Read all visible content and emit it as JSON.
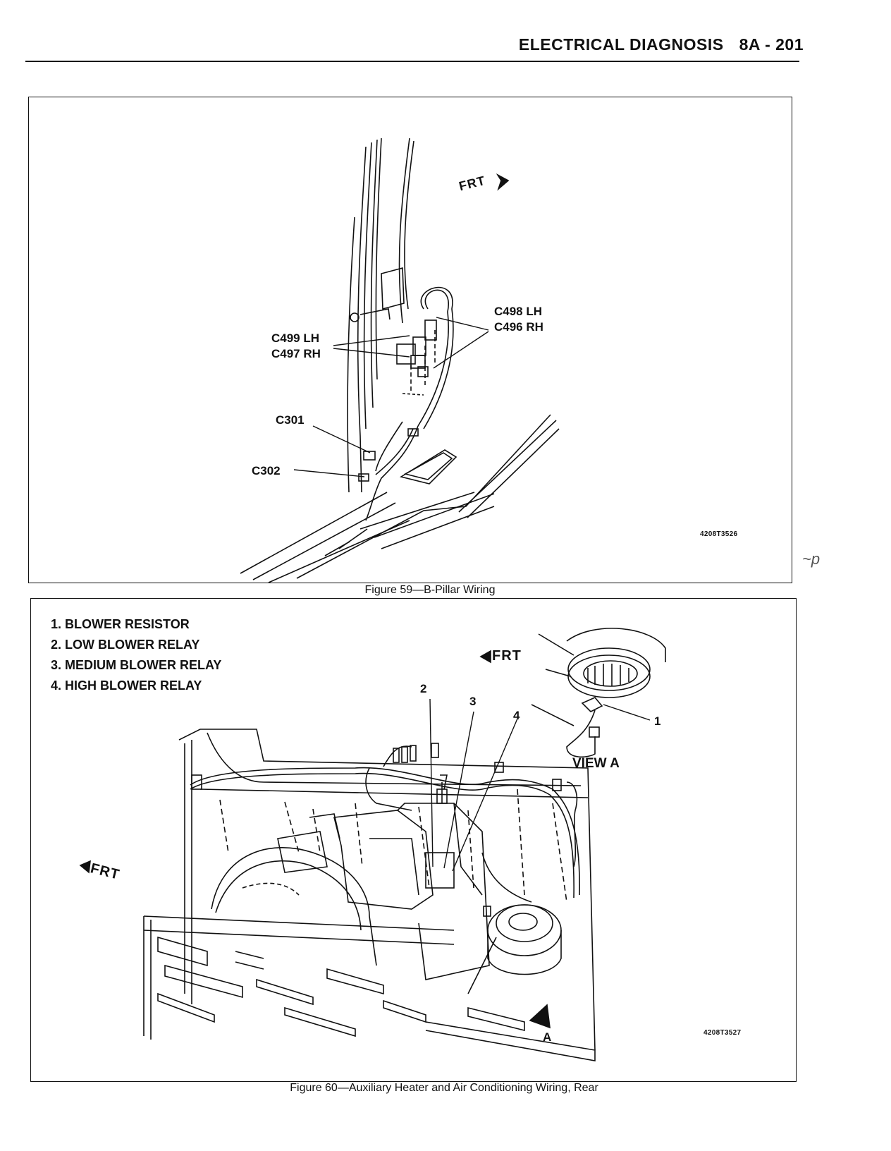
{
  "header": {
    "section": "ELECTRICAL DIAGNOSIS",
    "page": "8A - 201"
  },
  "figure59": {
    "caption": "Figure 59—B-Pillar Wiring",
    "code": "4208T3526",
    "frt": "FRT",
    "labels": {
      "c499": "C499 LH",
      "c497": "C497 RH",
      "c498": "C498 LH",
      "c496": "C496 RH",
      "c301": "C301",
      "c302": "C302"
    }
  },
  "figure60": {
    "caption": "Figure 60—Auxiliary Heater and Air Conditioning Wiring, Rear",
    "code": "4208T3527",
    "legend": [
      "1. BLOWER RESISTOR",
      "2. LOW BLOWER RELAY",
      "3. MEDIUM BLOWER RELAY",
      "4. HIGH BLOWER RELAY"
    ],
    "frt_top": "FRT",
    "frt_left": "FRT",
    "view_label": "VIEW  A",
    "view_marker": "A",
    "callouts": [
      "1",
      "2",
      "3",
      "4"
    ]
  },
  "margin_note": "~p"
}
